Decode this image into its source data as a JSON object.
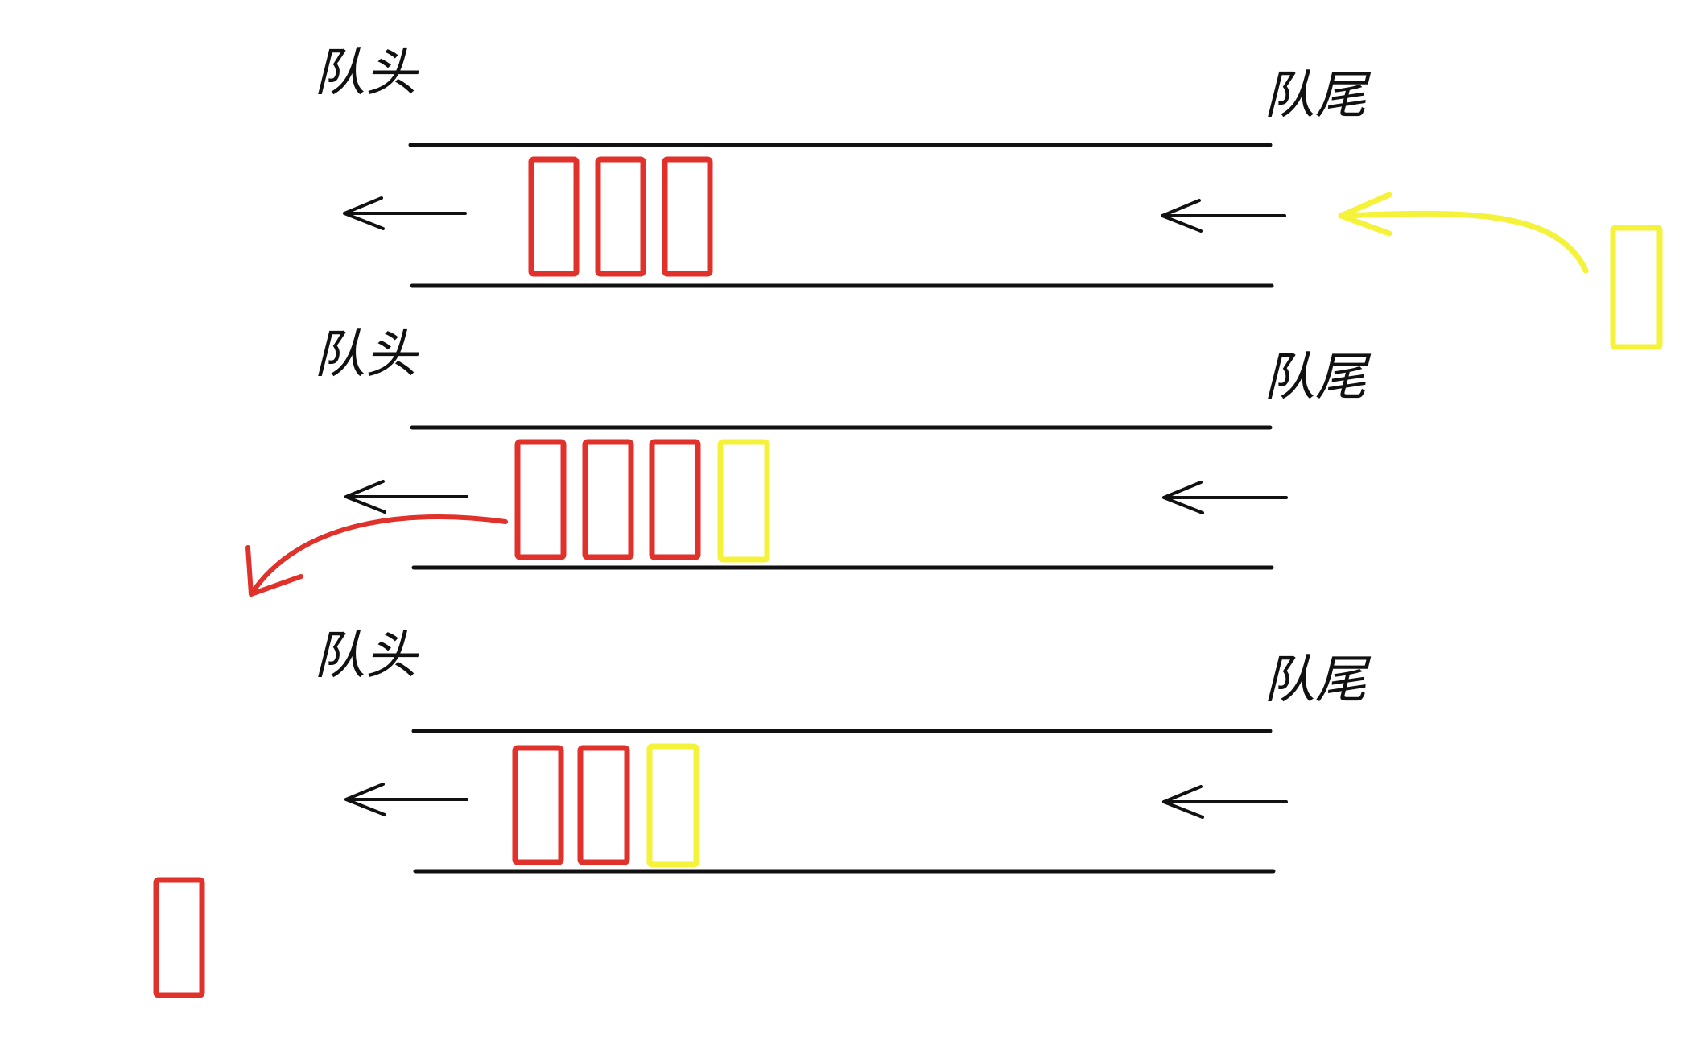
{
  "labels": {
    "head": "队头",
    "tail": "队尾"
  },
  "colors": {
    "line": "#111111",
    "existing_item": "#e0312b",
    "new_item": "#f5f23a",
    "background": "#ffffff"
  },
  "queues": [
    {
      "id": "queue-1",
      "head_label": "队头",
      "tail_label": "队尾",
      "items": [
        "existing",
        "existing",
        "existing"
      ],
      "incoming": "new"
    },
    {
      "id": "queue-2",
      "head_label": "队头",
      "tail_label": "队尾",
      "items": [
        "existing",
        "existing",
        "existing",
        "new"
      ],
      "outgoing": "existing"
    },
    {
      "id": "queue-3",
      "head_label": "队头",
      "tail_label": "队尾",
      "items": [
        "existing",
        "existing",
        "new"
      ],
      "removed": "existing"
    }
  ]
}
